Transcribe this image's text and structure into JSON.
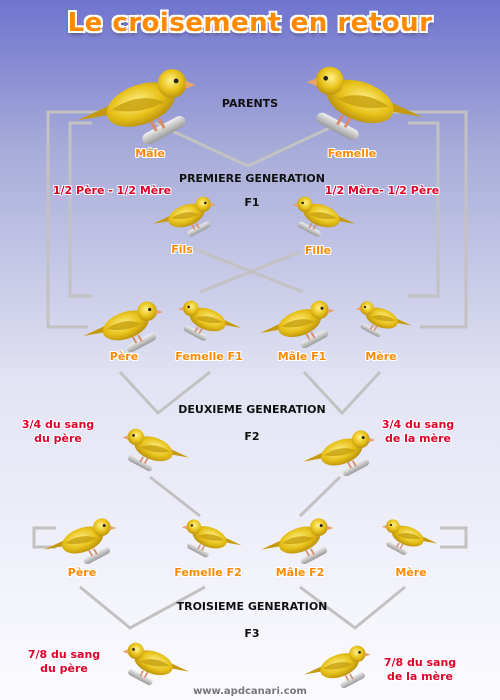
{
  "title": "Le croisement en retour",
  "parents": {
    "heading": "PARENTS",
    "male_label": "Mâle",
    "female_label": "Femelle"
  },
  "gen1": {
    "heading": "PREMIERE GENERATION",
    "code": "F1",
    "left_ratio": "1/2 Père - 1/2 Mère",
    "right_ratio": "1/2 Mère- 1/2 Père",
    "son_label": "Fils",
    "daughter_label": "Fille"
  },
  "row2": {
    "labels": [
      "Père",
      "Femelle F1",
      "Mâle F1",
      "Mère"
    ]
  },
  "gen2": {
    "heading": "DEUXIEME GENERATION",
    "code": "F2",
    "left_ratio": [
      "3/4 du sang",
      "du père"
    ],
    "right_ratio": [
      "3/4 du sang",
      "de la mère"
    ]
  },
  "row3": {
    "labels": [
      "Père",
      "Femelle F2",
      "Mâle F2",
      "Mère"
    ]
  },
  "gen3": {
    "heading": "TROISIEME GENERATION",
    "code": "F3",
    "left_ratio": [
      "7/8 du sang",
      "du père"
    ],
    "right_ratio": [
      "7/8 du sang",
      "de la mère"
    ]
  },
  "footer": "www.apdcanari.com",
  "colors": {
    "title": "#ff8a00",
    "label_orange": "#ff8a00",
    "label_red": "#e0002a",
    "connector": "#c2c2c2",
    "canary_body": "#e8c21a"
  }
}
